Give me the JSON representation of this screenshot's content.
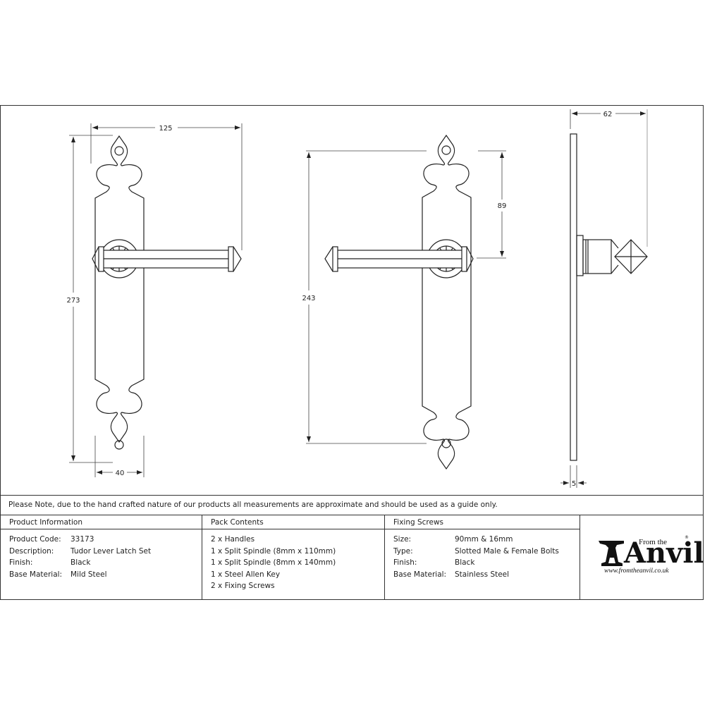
{
  "drawing": {
    "front_view": {
      "width_overall": "125",
      "height_overall": "273",
      "plate_width": "40"
    },
    "back_view": {
      "handle_to_top": "89",
      "fixing_centres": "243"
    },
    "side_view": {
      "projection": "62",
      "plate_thickness": "5"
    }
  },
  "note": "Please Note, due to the hand crafted nature of our products all measurements are approximate and should be used as a guide only.",
  "product_information": {
    "title": "Product Information",
    "rows": [
      {
        "label": "Product Code:",
        "value": "33173"
      },
      {
        "label": "Description:",
        "value": "Tudor Lever Latch Set"
      },
      {
        "label": "Finish:",
        "value": "Black"
      },
      {
        "label": "Base Material:",
        "value": "Mild Steel"
      }
    ]
  },
  "pack_contents": {
    "title": "Pack Contents",
    "items": [
      "2 x Handles",
      "1 x Split Spindle (8mm x 110mm)",
      "1 x Split Spindle (8mm x 140mm)",
      "1 x Steel Allen Key",
      "2 x Fixing Screws"
    ]
  },
  "fixing_screws": {
    "title": "Fixing Screws",
    "rows": [
      {
        "label": "Size:",
        "value": "90mm & 16mm"
      },
      {
        "label": "Type:",
        "value": "Slotted Male & Female Bolts"
      },
      {
        "label": "Finish:",
        "value": "Black"
      },
      {
        "label": "Base Material:",
        "value": "Stainless Steel"
      }
    ]
  },
  "logo": {
    "from_the": "From the",
    "brand": "Anvil",
    "registered": "®",
    "url": "www.fromtheanvil.co.uk"
  }
}
